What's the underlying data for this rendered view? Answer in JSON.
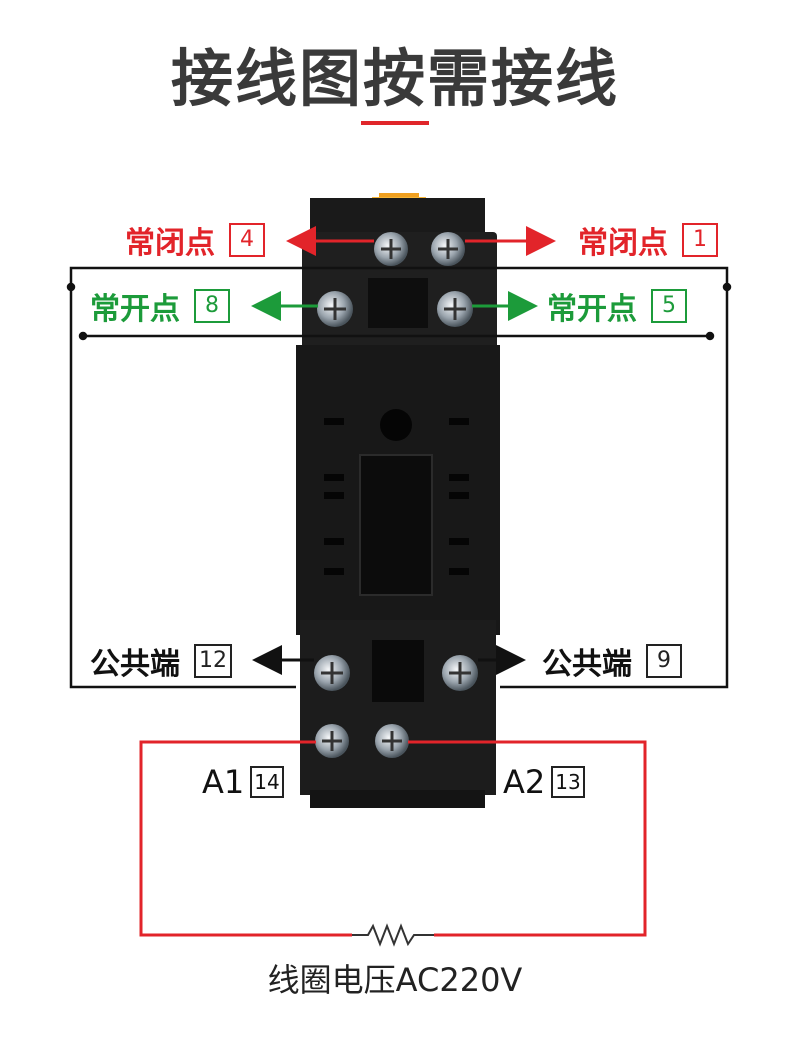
{
  "title": "接线图按需接线",
  "colors": {
    "accent_red": "#e2242a",
    "accent_green": "#1c9b3a",
    "base_black": "#1a1a1a",
    "tab_orange": "#f0a020"
  },
  "labels": {
    "nc_left": {
      "text": "常闭点",
      "num": "4"
    },
    "nc_right": {
      "text": "常闭点",
      "num": "1"
    },
    "no_left": {
      "text": "常开点",
      "num": "8"
    },
    "no_right": {
      "text": "常开点",
      "num": "5"
    },
    "com_left": {
      "text": "公共端",
      "num": "12"
    },
    "com_right": {
      "text": "公共端",
      "num": "9"
    },
    "a1": {
      "text": "A1",
      "num": "14"
    },
    "a2": {
      "text": "A2",
      "num": "13"
    }
  },
  "caption": "线圈电压AC220V"
}
